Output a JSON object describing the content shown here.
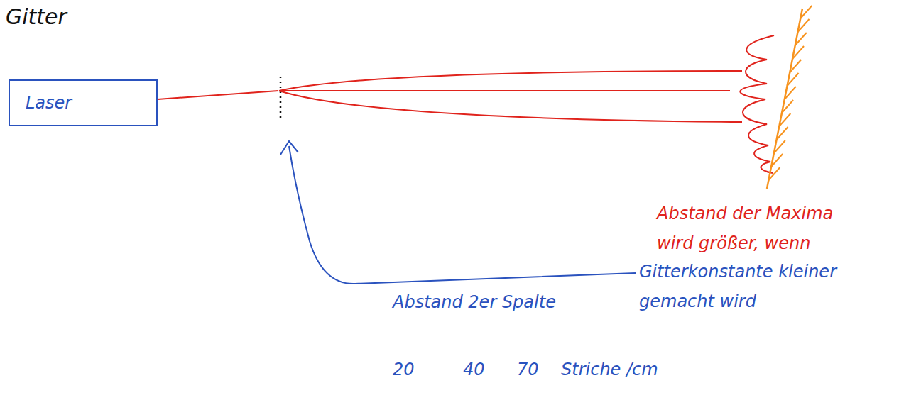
{
  "diagram": {
    "title": "Gitter",
    "nodes": [
      {
        "text": [
          "Laser"
        ]
      }
    ],
    "labels": [
      "Abstand 2er Spalte",
      "Abstand der Maxima wird größer, wenn",
      "Gitterkonstante kleiner gemacht wird",
      "20",
      "40",
      "70",
      "Striche /cm"
    ]
  }
}
